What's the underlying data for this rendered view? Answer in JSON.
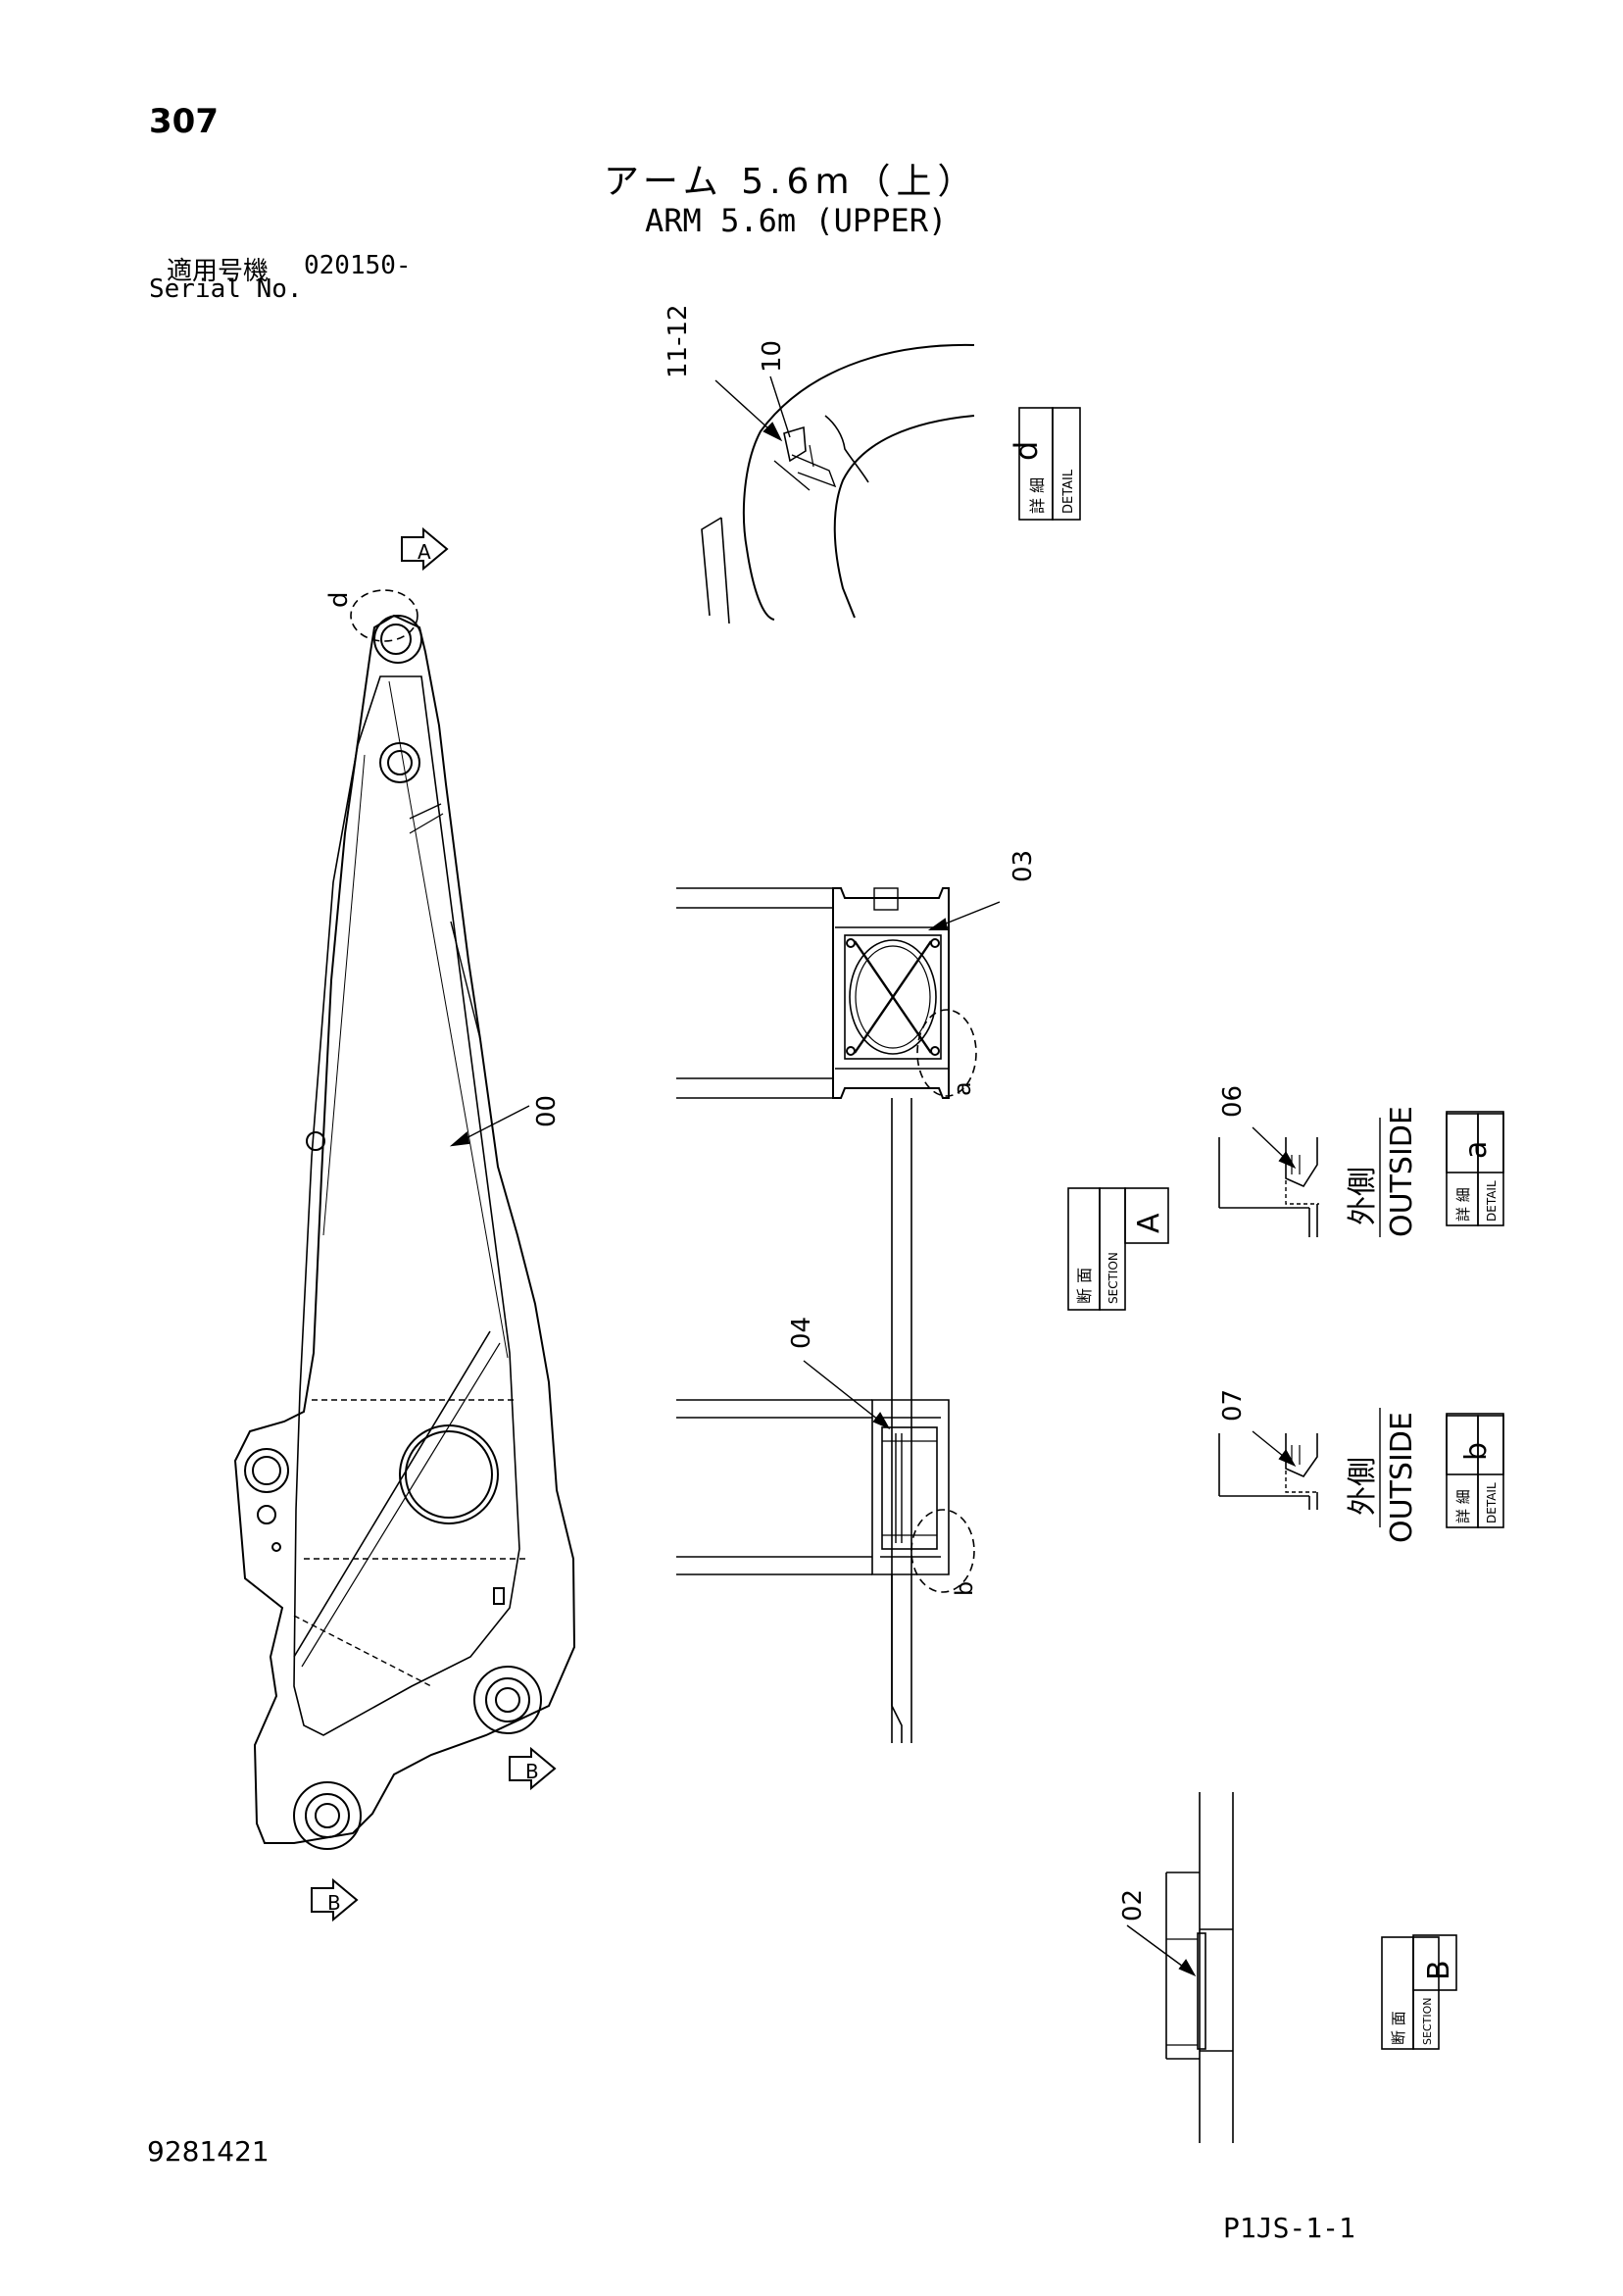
{
  "page_number": "307",
  "title_jp": "アーム 5.6m（上）",
  "title_en": "ARM 5.6m (UPPER)",
  "serial_label_jp": "適用号機",
  "serial_value": "020150-",
  "serial_label_en": "Serial No.",
  "drawing_number": "9281421",
  "sheet_code": "P1JS-1-1",
  "views": {
    "view_a_arrow": "A",
    "view_b_arrow_upper": "B",
    "view_b_arrow_lower": "B",
    "detail_d": {
      "jp": "詳 細",
      "en": "DETAIL",
      "letter": "d"
    },
    "section_a": {
      "jp": "断 面",
      "en": "SECTION",
      "letter": "A"
    },
    "detail_a": {
      "jp": "詳 細",
      "en": "DETAIL",
      "letter": "a",
      "side_jp": "外側",
      "side_en": "OUTSIDE"
    },
    "detail_b": {
      "jp": "詳 細",
      "en": "DETAIL",
      "letter": "b",
      "side_jp": "外側",
      "side_en": "OUTSIDE"
    },
    "section_b": {
      "jp": "断 面",
      "en": "SECTION",
      "letter": "B"
    }
  },
  "callouts": {
    "arm_body": "00",
    "bushing_02": "02",
    "bushing_03": "03",
    "bushing_04": "04",
    "seal_06": "06",
    "seal_07": "07",
    "part_10": "10",
    "part_11_12": "11-12",
    "detail_circle_a": "a",
    "detail_circle_b": "b",
    "detail_circle_d": "d"
  }
}
